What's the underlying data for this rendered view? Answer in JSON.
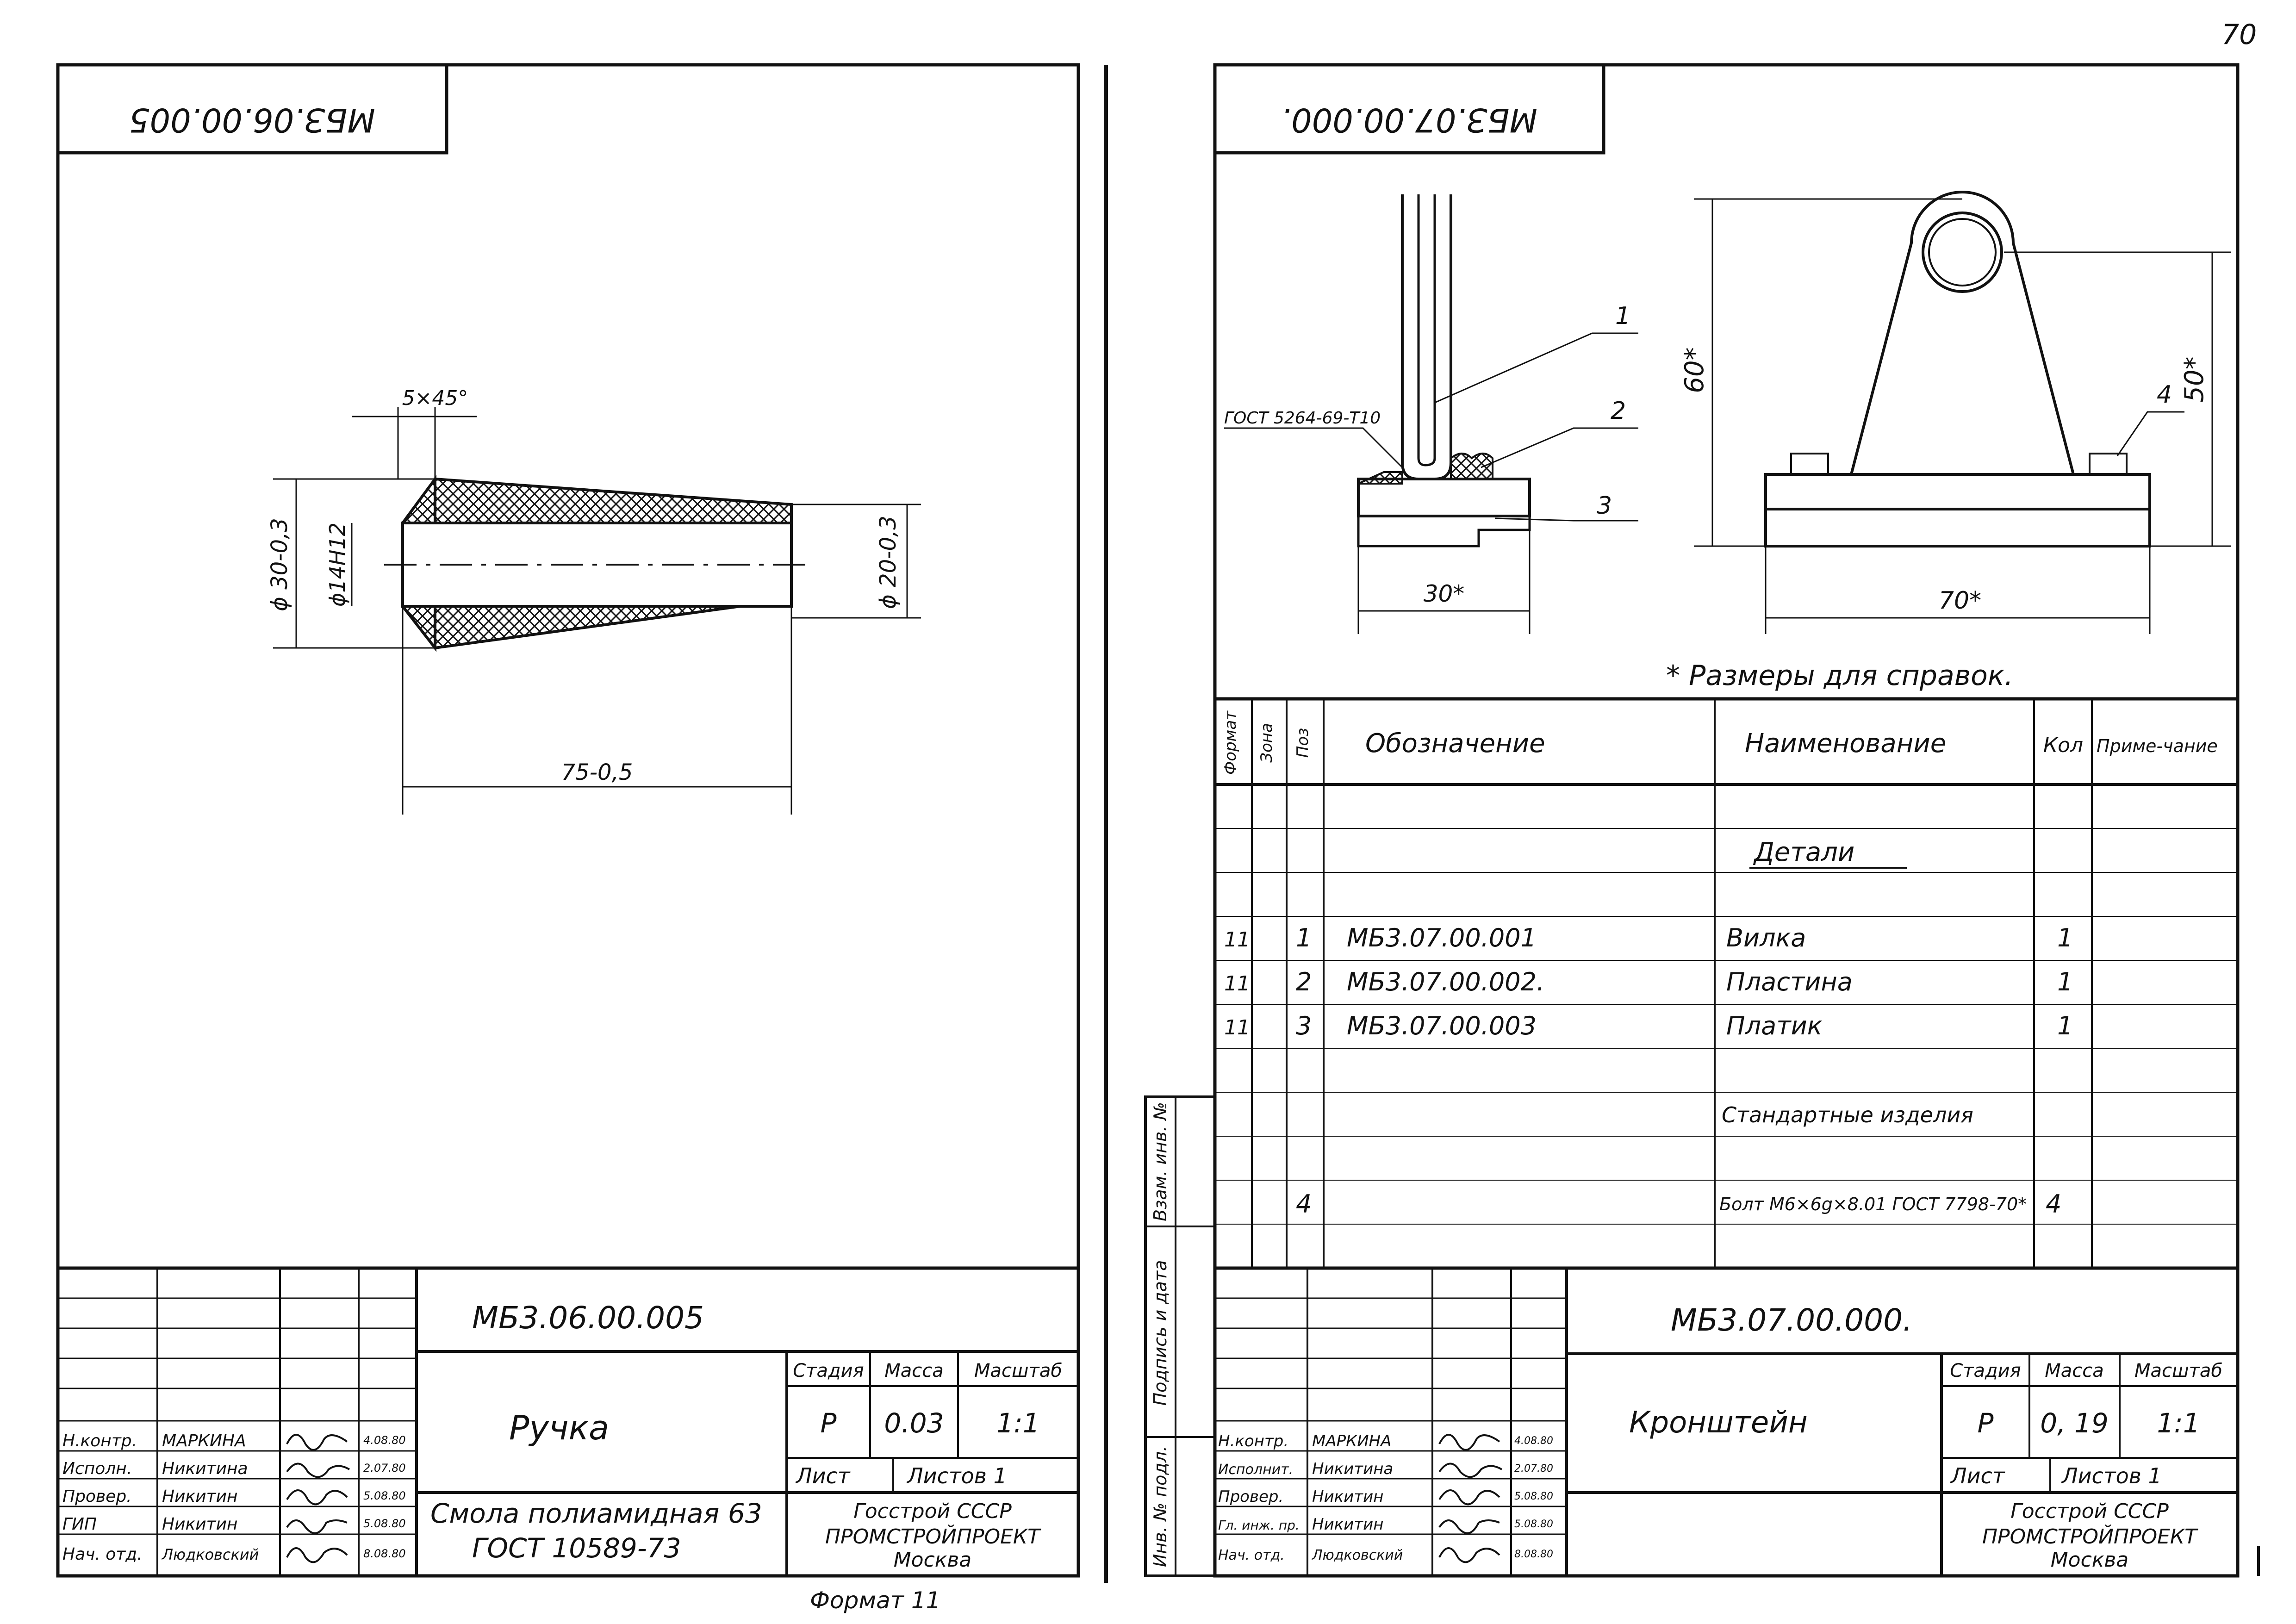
{
  "page_number": "70",
  "left_sheet": {
    "stamp": "МБЗ.06.00.005",
    "dimensions": {
      "chamfer": "5×45°",
      "outer_diameter": "ϕ 30-0,3",
      "bore_diameter": "ϕ14H12",
      "end_diameter": "ϕ 20-0,3",
      "length": "75-0,5"
    },
    "title_block": {
      "designation": "МБ3.06.00.005",
      "name": "Ручка",
      "material_line1": "Смола полиамидная 63",
      "material_line2": "ГОСТ 10589-73",
      "stage_header": "Стадия",
      "mass_header": "Масса",
      "scale_header": "Масштаб",
      "stage": "Р",
      "mass": "0.03",
      "scale": "1:1",
      "sheet": "Лист",
      "sheets": "Листов 1",
      "org_line1": "Госстрой СССР",
      "org_line2": "ПРОМСТРОЙПРОЕКТ",
      "org_line3": "Москва",
      "signatures": [
        {
          "role": "Н.контр.",
          "name": "МАРКИНА",
          "date": "4.08.80"
        },
        {
          "role": "Исполн.",
          "name": "Никитина",
          "date": "2.07.80"
        },
        {
          "role": "Провер.",
          "name": "Никитин",
          "date": "5.08.80"
        },
        {
          "role": "ГИП",
          "name": "Никитин",
          "date": "5.08.80"
        },
        {
          "role": "Нач. отд.",
          "name": "Людковский",
          "date": "8.08.80"
        }
      ]
    },
    "format_label": "Формат 11"
  },
  "right_sheet": {
    "stamp": "МБЗ.07.00.000.",
    "weld_note": "ГОСТ 5264-69-Т10",
    "callouts": [
      "1",
      "2",
      "3",
      "4"
    ],
    "dimensions": {
      "height": "60*",
      "width_side": "30*",
      "width_front": "70*",
      "hole_height": "50*"
    },
    "reference_note": "* Размеры для справок.",
    "spec_headers": [
      "Формат",
      "Зона",
      "Поз",
      "Обозначение",
      "Наименование",
      "Кол",
      "Приме-чание"
    ],
    "section_parts": "Детали",
    "section_standard": "Стандартные изделия",
    "spec_rows": [
      {
        "format": "11",
        "pos": "1",
        "designation": "МБ3.07.00.001",
        "name": "Вилка",
        "qty": "1"
      },
      {
        "format": "11",
        "pos": "2",
        "designation": "МБ3.07.00.002.",
        "name": "Пластина",
        "qty": "1"
      },
      {
        "format": "11",
        "pos": "3",
        "designation": "МБ3.07.00.003",
        "name": "Платик",
        "qty": "1"
      },
      {
        "format": "",
        "pos": "4",
        "designation": "",
        "name": "Болт М6×6g×8.01 ГОСТ 7798-70*",
        "qty": "4"
      }
    ],
    "side_labels": [
      "Инв. № подл.",
      "Подпись и дата",
      "Взам. инв. №"
    ],
    "title_block": {
      "designation": "МБ3.07.00.000.",
      "name": "Кронштейн",
      "stage_header": "Стадия",
      "mass_header": "Масса",
      "scale_header": "Масштаб",
      "stage": "Р",
      "mass": "0, 19",
      "scale": "1:1",
      "sheet": "Лист",
      "sheets": "Листов 1",
      "org_line1": "Госстрой СССР",
      "org_line2": "ПРОМСТРОЙПРОЕКТ",
      "org_line3": "Москва",
      "signatures": [
        {
          "role": "Н.контр.",
          "name": "МАРКИНА",
          "date": "4.08.80"
        },
        {
          "role": "Исполнит.",
          "name": "Никитина",
          "date": "2.07.80"
        },
        {
          "role": "Провер.",
          "name": "Никитин",
          "date": "5.08.80"
        },
        {
          "role": "Гл. инж. пр.",
          "name": "Никитин",
          "date": "5.08.80"
        },
        {
          "role": "Нач. отд.",
          "name": "Людковский",
          "date": "8.08.80"
        }
      ]
    }
  }
}
